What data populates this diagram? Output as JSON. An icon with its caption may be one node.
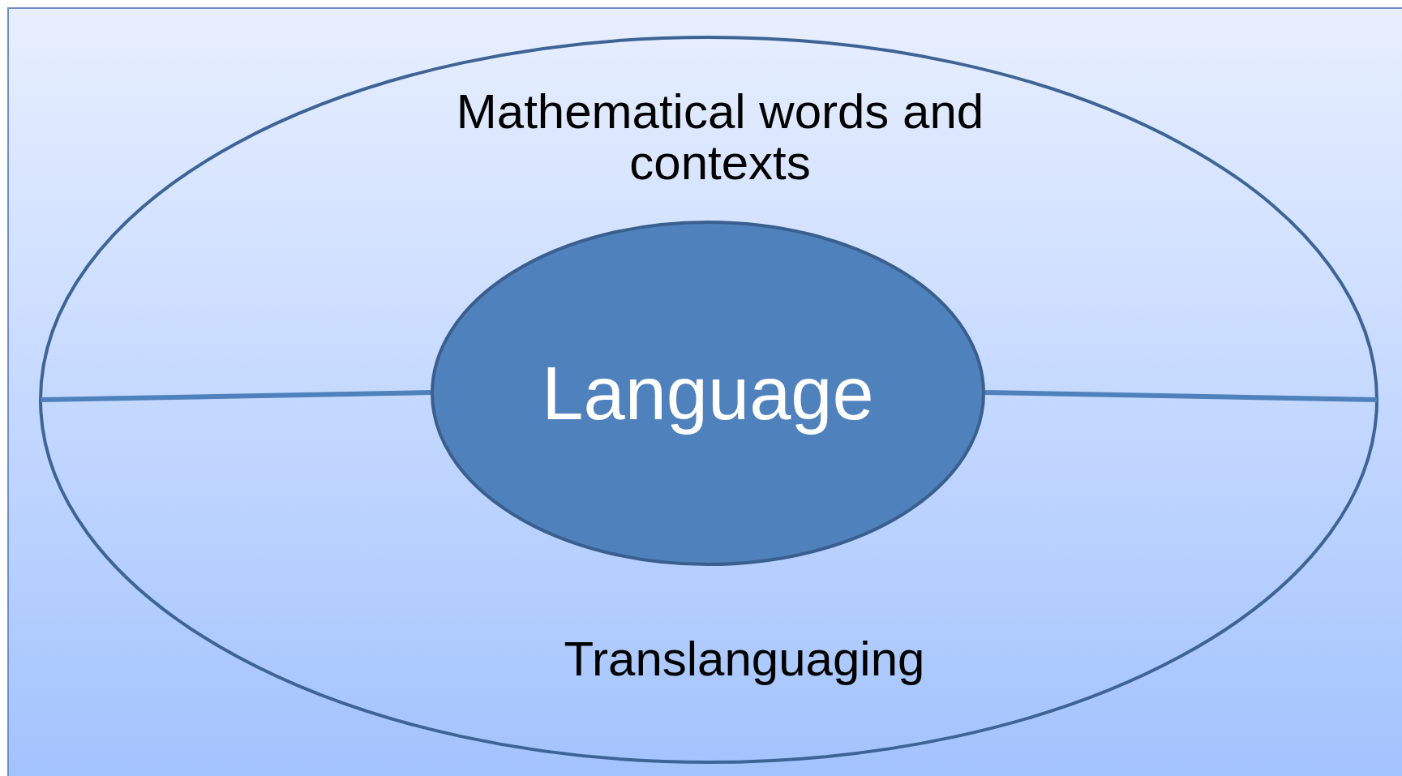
{
  "diagram": {
    "nodes": [
      {
        "text": [
          "Mathematical words and contexts",
          "Translanguaging"
        ]
      },
      {
        "text": [
          "Language"
        ],
        "in": 0
      }
    ]
  }
}
